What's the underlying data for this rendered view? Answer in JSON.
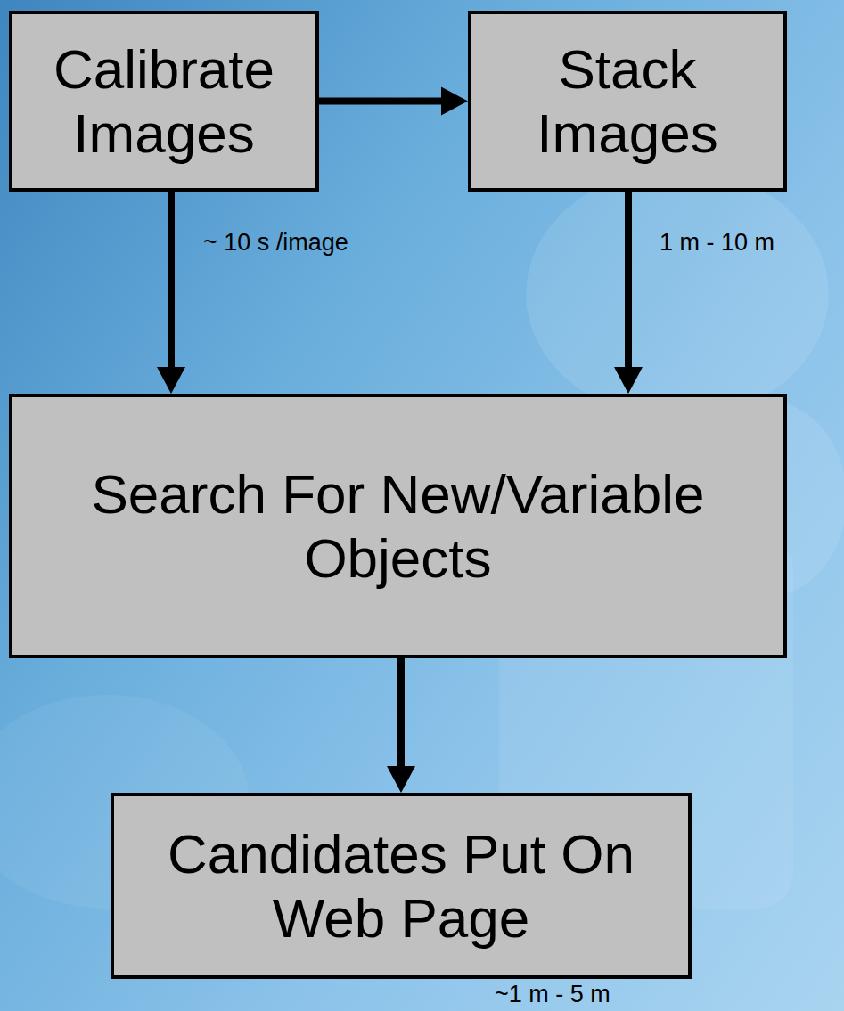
{
  "diagram": {
    "nodes": [
      {
        "text": [
          "Calibrate Images"
        ]
      },
      {
        "text": [
          "Stack Images"
        ]
      },
      {
        "text": [
          "Search For New/Variable Objects"
        ]
      },
      {
        "text": [
          "Candidates Put On Web Page"
        ]
      }
    ],
    "edges": [
      {
        "from": 0,
        "to": 1,
        "arrow": "to"
      },
      {
        "from": 0,
        "to": 2,
        "arrow": "to",
        "label": "~ 10 s /image"
      },
      {
        "from": 1,
        "to": 2,
        "arrow": "to",
        "label": "1 m - 10 m"
      },
      {
        "from": 2,
        "to": 3,
        "arrow": "to"
      }
    ],
    "labels": [
      "~1 m - 5 m"
    ]
  }
}
